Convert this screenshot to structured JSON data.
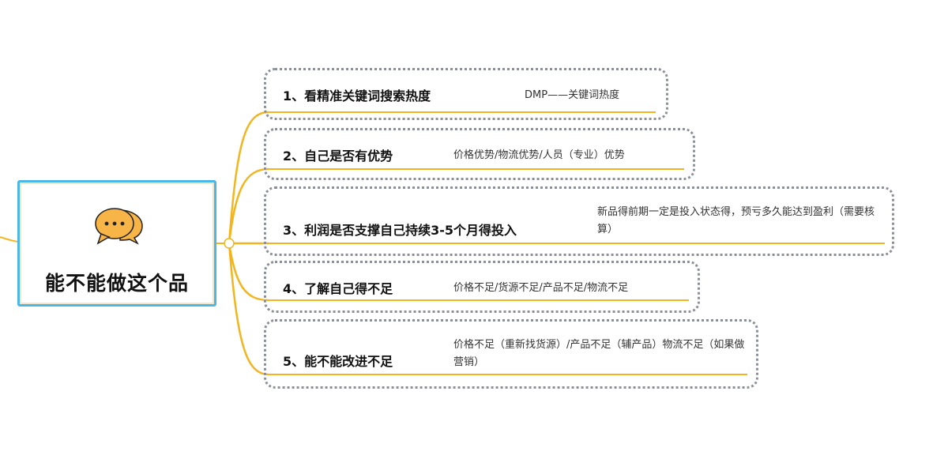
{
  "root": {
    "title": "能不能做这个品",
    "icon": "speech-bubbles-icon"
  },
  "branches": [
    {
      "title": "1、看精准关键词搜索热度",
      "note": "DMP——关键词热度"
    },
    {
      "title": "2、自己是否有优势",
      "note": "价格优势/物流优势/人员（专业）优势"
    },
    {
      "title": "3、利润是否支撑自己持续3-5个月得投入",
      "note": "新品得前期一定是投入状态得，预亏多久能达到盈利（需要核算）"
    },
    {
      "title": "4、了解自己得不足",
      "note": "价格不足/货源不足/产品不足/物流不足"
    },
    {
      "title": "5、能不能改进不足",
      "note": "价格不足（重新找货源）/产品不足（辅产品）物流不足（如果做营销）"
    }
  ],
  "colors": {
    "connector": "#f2b51e",
    "root_border": "#4cb6e6",
    "box_border": "#8a8f99",
    "icon_fill": "#f7b548"
  }
}
